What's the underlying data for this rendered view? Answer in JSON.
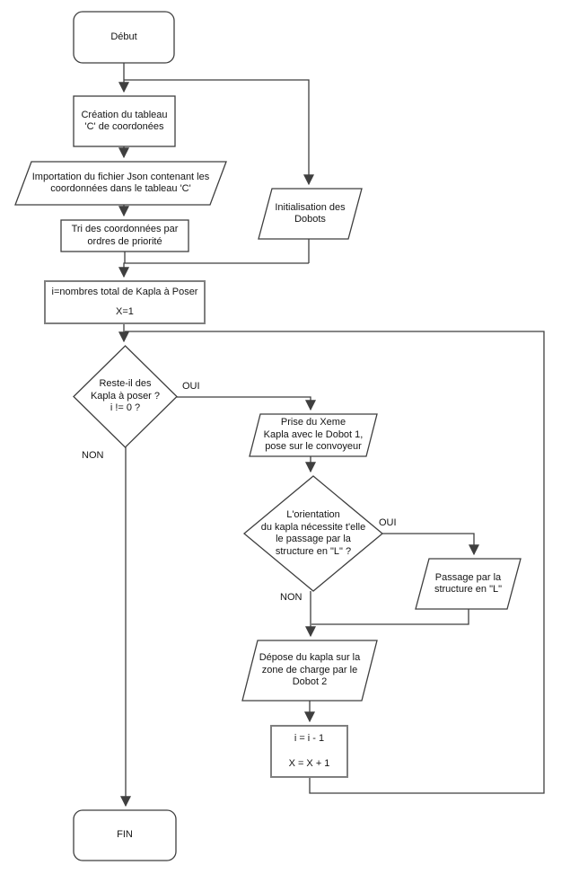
{
  "diagram": {
    "colors": {
      "background": "#ffffff",
      "stroke": "#3f3f3f",
      "emphasis_stroke": "#7f7f7f",
      "text": "#141414"
    },
    "nodes": {
      "start": {
        "label": "Début"
      },
      "create_table": {
        "lines": [
          "Création du tableau",
          "'C' de coordonées"
        ]
      },
      "import_json": {
        "lines": [
          "Importation du fichier Json contenant les",
          "coordonnées dans le tableau 'C'"
        ]
      },
      "init_dobots": {
        "lines": [
          "Initialisation des",
          "Dobots"
        ]
      },
      "sort_coords": {
        "lines": [
          "Tri des coordonnées par",
          "ordres de priorité"
        ]
      },
      "init_vars": {
        "lines": [
          "i=nombres total de Kapla à Poser",
          "X=1"
        ]
      },
      "decision_remaining": {
        "lines": [
          "Reste-il des",
          "Kapla à poser ?",
          "i != 0 ?"
        ]
      },
      "prise_kapla": {
        "lines": [
          "Prise du Xeme",
          "Kapla avec le Dobot 1,",
          "pose sur le convoyeur"
        ]
      },
      "decision_orientation": {
        "lines": [
          "L'orientation",
          "du kapla nécessite t'elle",
          "le passage par la",
          "structure en \"L\" ?"
        ]
      },
      "passage_structure": {
        "lines": [
          "Passage par la",
          "structure en \"L\""
        ]
      },
      "depose_kapla": {
        "lines": [
          "Dépose du kapla sur la",
          "zone de charge par le",
          "Dobot 2"
        ]
      },
      "update_vars": {
        "lines": [
          "i = i - 1",
          "X = X + 1"
        ]
      },
      "end": {
        "label": "FIN"
      }
    },
    "edge_labels": {
      "oui_remaining": "OUI",
      "non_remaining": "NON",
      "oui_orientation": "OUI",
      "non_orientation": "NON"
    }
  }
}
